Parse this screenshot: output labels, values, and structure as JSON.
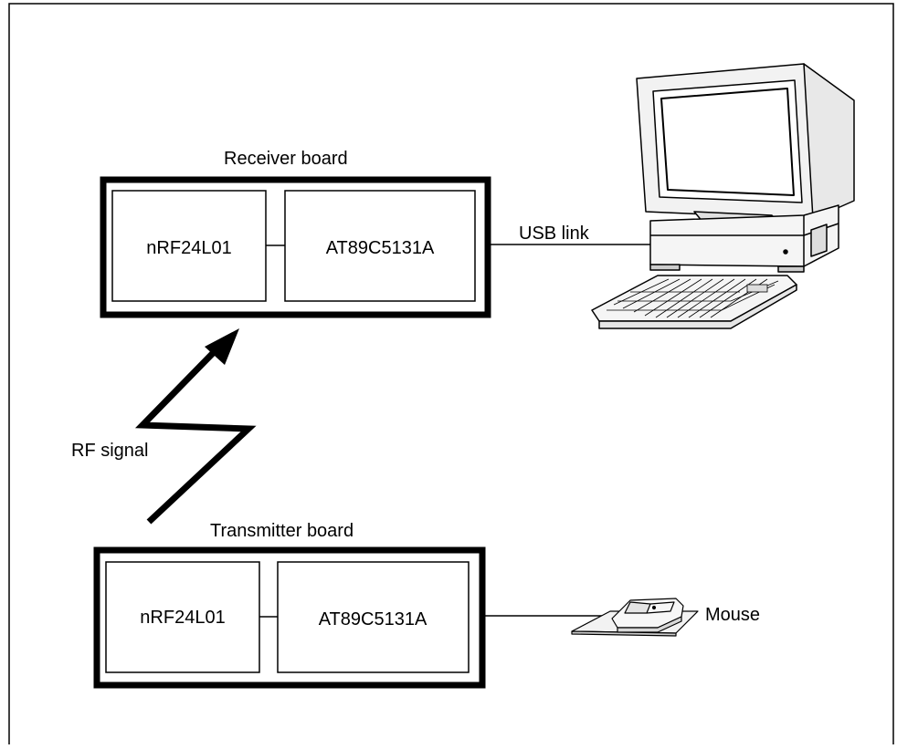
{
  "receiver": {
    "title": "Receiver board",
    "radio_label": "nRF24L01",
    "mcu_label": "AT89C5131A"
  },
  "transmitter": {
    "title": "Transmitter board",
    "radio_label": "nRF24L01",
    "mcu_label": "AT89C5131A"
  },
  "links": {
    "usb_label": "USB link",
    "rf_label": "RF signal"
  },
  "devices": {
    "computer_icon": "desktop-computer-icon",
    "mouse_icon": "mouse-icon",
    "mouse_label": "Mouse"
  }
}
